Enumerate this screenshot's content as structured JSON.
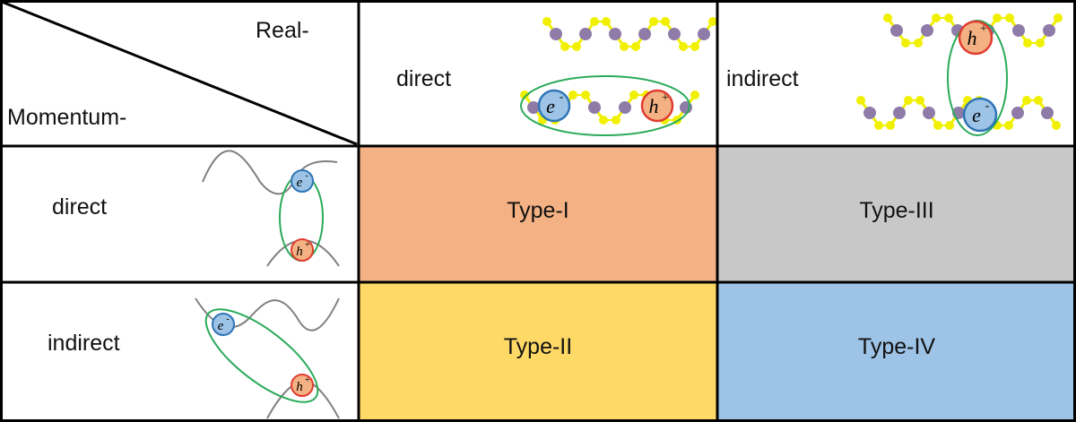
{
  "header": {
    "real_label": "Real-",
    "momentum_label": "Momentum-",
    "col_direct": "direct",
    "col_indirect": "indirect"
  },
  "rows": {
    "row_direct": "direct",
    "row_indirect": "indirect"
  },
  "types": [
    {
      "label": "Type-I",
      "color": "#F4B183"
    },
    {
      "label": "Type-III",
      "color": "#C8C8C8"
    },
    {
      "label": "Type-II",
      "color": "#FFD966"
    },
    {
      "label": "Type-IV",
      "color": "#9DC3E6"
    }
  ],
  "carriers": {
    "electron": "e",
    "hole": "h",
    "electron_sign": "-",
    "hole_sign": "+"
  },
  "colors": {
    "grid_line": "#000000",
    "atom_metal": "#8E7BA8",
    "atom_chalcogen": "#F0F000",
    "exciton_ring": "#2BAA5A",
    "band_curve": "#808080",
    "electron_fill": "#9DC3E6",
    "electron_stroke": "#2E75B6",
    "hole_fill": "#F4B183",
    "hole_stroke": "#E03C31"
  }
}
